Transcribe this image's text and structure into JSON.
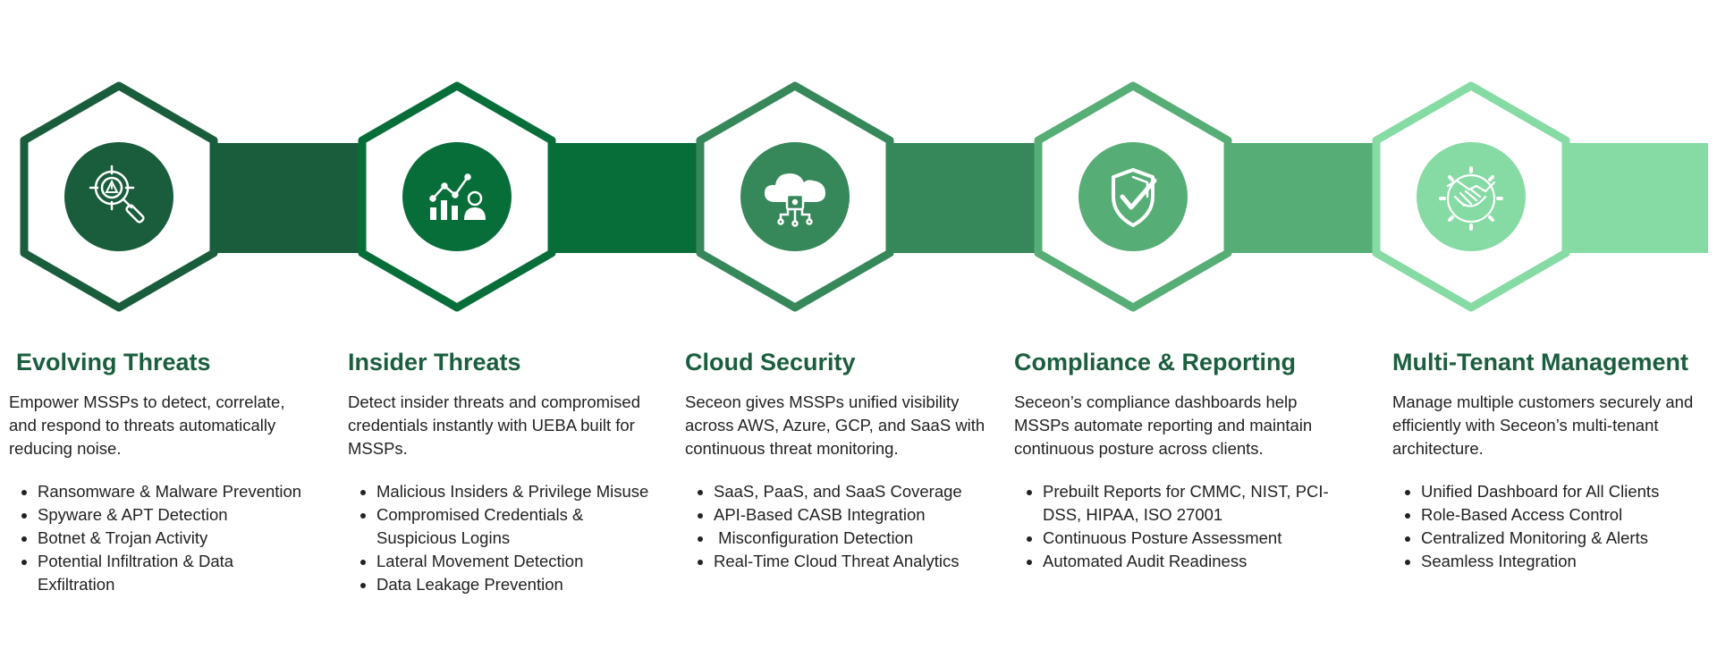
{
  "colors": {
    "stage1": "#1a5d3c",
    "stage2": "#076e3a",
    "stage3": "#36875a",
    "stage4": "#57ad76",
    "stage5": "#86dba4",
    "title": "#1b5e3f",
    "text": "#222222"
  },
  "stages": [
    {
      "icon": "target-warning-magnifier-icon",
      "title": "Evolving Threats",
      "description": "Empower MSSPs to detect, correlate, and respond to threats automatically reducing noise.",
      "bullets": [
        "Ransomware & Malware Prevention",
        "Spyware & APT Detection",
        "Botnet & Trojan Activity",
        "Potential Infiltration & Data Exfiltration"
      ]
    },
    {
      "icon": "chart-user-icon",
      "title": "Insider Threats",
      "description": "Detect insider threats and compromised credentials instantly with UEBA built for MSSPs.",
      "bullets": [
        "Malicious Insiders & Privilege Misuse",
        "Compromised Credentials & Suspicious Logins",
        "Lateral Movement Detection",
        "Data Leakage Prevention"
      ]
    },
    {
      "icon": "cloud-lock-icon",
      "title": "Cloud Security",
      "description": "Seceon gives MSSPs unified visibility across AWS, Azure, GCP, and SaaS with continuous threat monitoring.",
      "bullets": [
        "SaaS, PaaS, and SaaS Coverage",
        "API-Based CASB Integration",
        " Misconfiguration Detection",
        "Real-Time Cloud Threat Analytics"
      ]
    },
    {
      "icon": "shield-check-icon",
      "title": "Compliance & Reporting",
      "description": "Seceon’s compliance dashboards help MSSPs automate reporting and maintain continuous posture across clients.",
      "bullets": [
        "Prebuilt Reports for CMMC, NIST, PCI-DSS, HIPAA, ISO 27001",
        "Continuous Posture Assessment",
        "Automated Audit Readiness"
      ]
    },
    {
      "icon": "handshake-gear-icon",
      "title": "Multi-Tenant Management",
      "description": "Manage multiple customers securely and efficiently with Seceon’s multi-tenant architecture.",
      "bullets": [
        "Unified Dashboard for All Clients",
        "Role-Based Access Control",
        "Centralized Monitoring & Alerts",
        "Seamless Integration"
      ]
    }
  ]
}
